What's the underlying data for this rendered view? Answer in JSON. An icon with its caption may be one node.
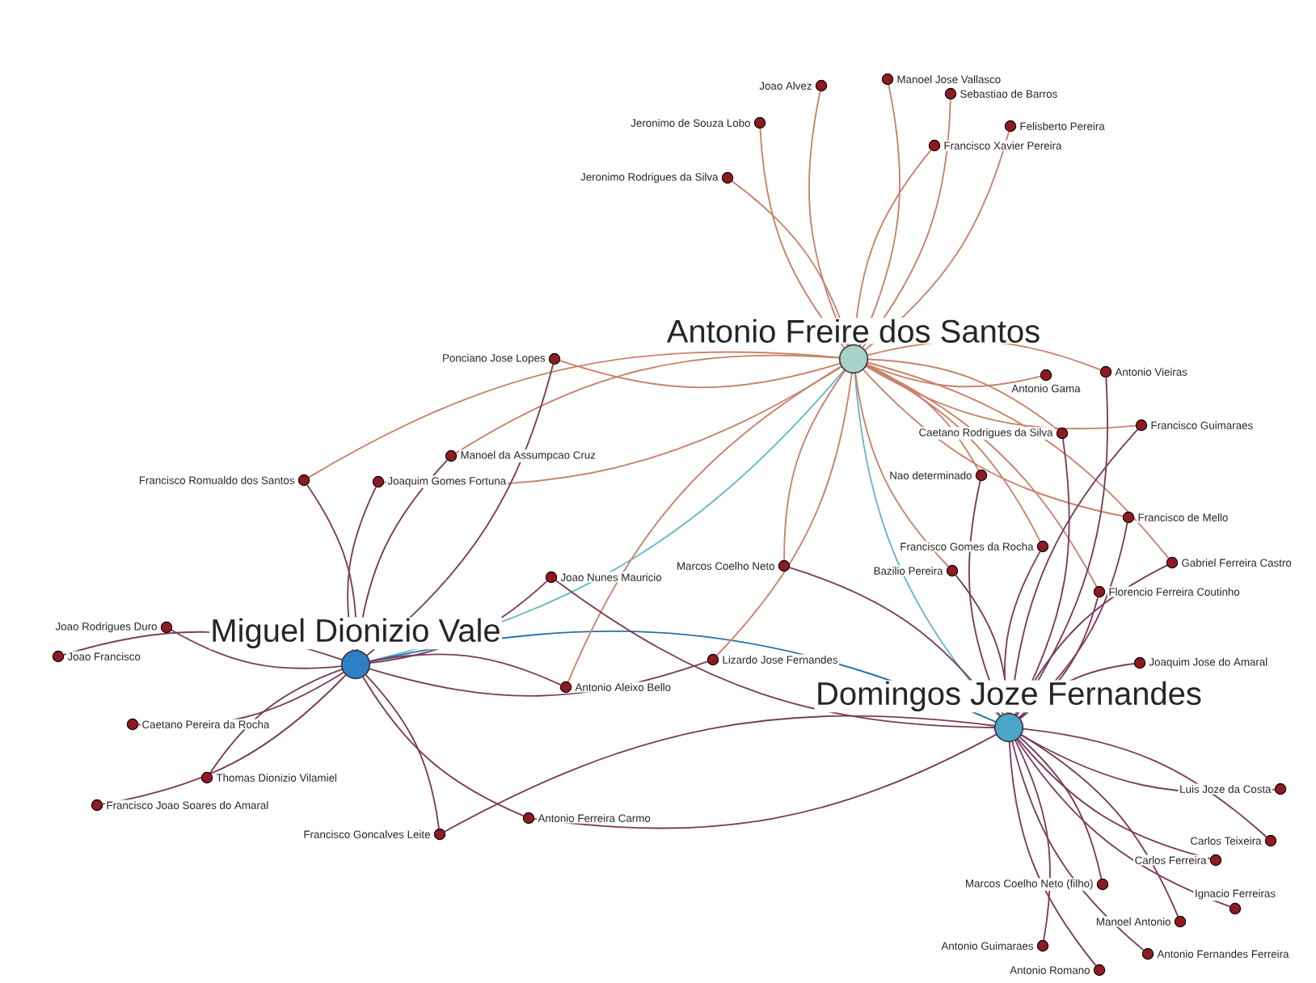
{
  "diagram": {
    "nodes": [
      {
        "text": [
          "Manoel Jose Vallasco"
        ]
      },
      {
        "text": [
          "Joao Alvez"
        ]
      },
      {
        "text": [
          "Sebastiao de Barros"
        ]
      },
      {
        "text": [
          "Jeronimo de Souza Lobo"
        ]
      },
      {
        "text": [
          "Jeronimo Rodrigues da Silva"
        ]
      },
      {
        "text": [
          "Francisco Xavier Pereira"
        ]
      },
      {
        "text": [
          "Felisberto Pereira"
        ]
      },
      {
        "text": [
          "Ponciano Jose Lopes"
        ]
      },
      {
        "text": [
          "Antonio Freire dos Santos"
        ]
      },
      {
        "text": [
          "Antonio Gama"
        ]
      },
      {
        "text": [
          "Antonio Vieiras"
        ]
      },
      {
        "text": [
          "Francisco Guimaraes"
        ]
      },
      {
        "text": [
          "Caetano Rodrigues da Silva"
        ]
      },
      {
        "text": [
          "Manoel da Assumpcao Cruz"
        ]
      },
      {
        "text": [
          "Nao determinado"
        ]
      },
      {
        "text": [
          "Francisco Romualdo dos Santos"
        ]
      },
      {
        "text": [
          "Joaquim Gomes Fortuna"
        ]
      },
      {
        "text": [
          "Francisco de Mello"
        ]
      },
      {
        "text": [
          "Francisco Gomes da Rocha"
        ]
      },
      {
        "text": [
          "Marcos Coelho Neto"
        ]
      },
      {
        "text": [
          "Gabriel Ferreira Castro"
        ]
      },
      {
        "text": [
          "Bazilio Pereira"
        ]
      },
      {
        "text": [
          "Joao Nunes Mauricio"
        ]
      },
      {
        "text": [
          "Florencio Ferreira Coutinho"
        ]
      },
      {
        "text": [
          "Joao Rodrigues Duro"
        ]
      },
      {
        "text": [
          "Joao Francisco"
        ]
      },
      {
        "text": [
          "Miguel Dionizio Vale"
        ]
      },
      {
        "text": [
          "Joaquim Jose do Amaral"
        ]
      },
      {
        "text": [
          "Antonio Aleixo Bello"
        ]
      },
      {
        "text": [
          "Lizardo Jose Fernandes"
        ]
      },
      {
        "text": [
          "Domingos Joze Fernandes"
        ]
      },
      {
        "text": [
          "Caetano Pereira da Rocha"
        ]
      },
      {
        "text": [
          "Thomas Dionizio Vilamiel"
        ]
      },
      {
        "text": [
          "Luis Joze da Costa"
        ]
      },
      {
        "text": [
          "Francisco Joao Soares do Amaral"
        ]
      },
      {
        "text": [
          "Antonio Ferreira Carmo"
        ]
      },
      {
        "text": [
          "Francisco Goncalves Leite"
        ]
      },
      {
        "text": [
          "Carlos Teixeira"
        ]
      },
      {
        "text": [
          "Carlos Ferreira"
        ]
      },
      {
        "text": [
          "Marcos Coelho Neto (filho)"
        ]
      },
      {
        "text": [
          "Ignacio Ferreiras"
        ]
      },
      {
        "text": [
          "Manoel Antonio"
        ]
      },
      {
        "text": [
          "Antonio Fernandes Ferreira"
        ]
      },
      {
        "text": [
          "Antonio Guimaraes"
        ]
      },
      {
        "text": [
          "Antonio Romano"
        ]
      }
    ],
    "edges": [
      {
        "from": 8,
        "to": 26,
        "arrow": "none",
        "color": "#6ab8c4"
      },
      {
        "from": 8,
        "to": 30,
        "arrow": "none",
        "color": "#6ab8c4"
      },
      {
        "from": 26,
        "to": 30,
        "arrow": "none",
        "color": "#2a72a8"
      },
      {
        "from": 8,
        "to": 0,
        "arrow": "none",
        "color": "#c8826a"
      },
      {
        "from": 8,
        "to": 1,
        "arrow": "none",
        "color": "#c8826a"
      },
      {
        "from": 8,
        "to": 2,
        "arrow": "none",
        "color": "#c8826a"
      },
      {
        "from": 8,
        "to": 3,
        "arrow": "none",
        "color": "#c8826a"
      },
      {
        "from": 8,
        "to": 4,
        "arrow": "none",
        "color": "#c8826a"
      },
      {
        "from": 8,
        "to": 5,
        "arrow": "none",
        "color": "#c8826a"
      },
      {
        "from": 8,
        "to": 6,
        "arrow": "none",
        "color": "#c8826a"
      },
      {
        "from": 8,
        "to": 7,
        "arrow": "none",
        "color": "#c8826a"
      },
      {
        "from": 8,
        "to": 9,
        "arrow": "none",
        "color": "#c8826a"
      },
      {
        "from": 8,
        "to": 10,
        "arrow": "none",
        "color": "#c8826a"
      },
      {
        "from": 8,
        "to": 11,
        "arrow": "none",
        "color": "#c8826a"
      },
      {
        "from": 8,
        "to": 12,
        "arrow": "none",
        "color": "#c8826a"
      },
      {
        "from": 8,
        "to": 13,
        "arrow": "none",
        "color": "#c8826a"
      },
      {
        "from": 8,
        "to": 14,
        "arrow": "none",
        "color": "#c8826a"
      },
      {
        "from": 8,
        "to": 15,
        "arrow": "none",
        "color": "#c8826a"
      },
      {
        "from": 8,
        "to": 16,
        "arrow": "none",
        "color": "#c8826a"
      },
      {
        "from": 8,
        "to": 17,
        "arrow": "none",
        "color": "#c8826a"
      },
      {
        "from": 8,
        "to": 18,
        "arrow": "none",
        "color": "#c8826a"
      },
      {
        "from": 8,
        "to": 19,
        "arrow": "none",
        "color": "#c8826a"
      },
      {
        "from": 8,
        "to": 20,
        "arrow": "none",
        "color": "#c8826a"
      },
      {
        "from": 8,
        "to": 21,
        "arrow": "none",
        "color": "#c8826a"
      },
      {
        "from": 8,
        "to": 23,
        "arrow": "none",
        "color": "#c8826a"
      },
      {
        "from": 8,
        "to": 28,
        "arrow": "none",
        "color": "#c8826a"
      },
      {
        "from": 8,
        "to": 29,
        "arrow": "none",
        "color": "#c8826a"
      },
      {
        "from": 26,
        "to": 7,
        "arrow": "none"
      },
      {
        "from": 26,
        "to": 13,
        "arrow": "none"
      },
      {
        "from": 26,
        "to": 15,
        "arrow": "none"
      },
      {
        "from": 26,
        "to": 16,
        "arrow": "none"
      },
      {
        "from": 26,
        "to": 22,
        "arrow": "none"
      },
      {
        "from": 26,
        "to": 24,
        "arrow": "none"
      },
      {
        "from": 26,
        "to": 25,
        "arrow": "none"
      },
      {
        "from": 26,
        "to": 28,
        "arrow": "none"
      },
      {
        "from": 26,
        "to": 29,
        "arrow": "none"
      },
      {
        "from": 26,
        "to": 31,
        "arrow": "none"
      },
      {
        "from": 26,
        "to": 32,
        "arrow": "none"
      },
      {
        "from": 26,
        "to": 34,
        "arrow": "none"
      },
      {
        "from": 26,
        "to": 35,
        "arrow": "none"
      },
      {
        "from": 26,
        "to": 36,
        "arrow": "none"
      },
      {
        "from": 30,
        "to": 10,
        "arrow": "none"
      },
      {
        "from": 30,
        "to": 11,
        "arrow": "none"
      },
      {
        "from": 30,
        "to": 12,
        "arrow": "none"
      },
      {
        "from": 30,
        "to": 14,
        "arrow": "none"
      },
      {
        "from": 30,
        "to": 17,
        "arrow": "none"
      },
      {
        "from": 30,
        "to": 18,
        "arrow": "none"
      },
      {
        "from": 30,
        "to": 19,
        "arrow": "none"
      },
      {
        "from": 30,
        "to": 20,
        "arrow": "none"
      },
      {
        "from": 30,
        "to": 21,
        "arrow": "none"
      },
      {
        "from": 30,
        "to": 22,
        "arrow": "none"
      },
      {
        "from": 30,
        "to": 23,
        "arrow": "none"
      },
      {
        "from": 30,
        "to": 27,
        "arrow": "none"
      },
      {
        "from": 30,
        "to": 33,
        "arrow": "none"
      },
      {
        "from": 30,
        "to": 35,
        "arrow": "none"
      },
      {
        "from": 30,
        "to": 36,
        "arrow": "none"
      },
      {
        "from": 30,
        "to": 37,
        "arrow": "none"
      },
      {
        "from": 30,
        "to": 38,
        "arrow": "none"
      },
      {
        "from": 30,
        "to": 39,
        "arrow": "none"
      },
      {
        "from": 30,
        "to": 40,
        "arrow": "none"
      },
      {
        "from": 30,
        "to": 41,
        "arrow": "none"
      },
      {
        "from": 30,
        "to": 42,
        "arrow": "none"
      },
      {
        "from": 30,
        "to": 43,
        "arrow": "none"
      },
      {
        "from": 30,
        "to": 44,
        "arrow": "none"
      }
    ]
  }
}
